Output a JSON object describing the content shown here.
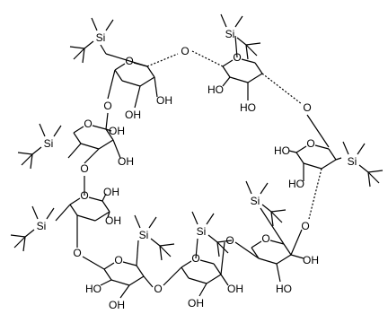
{
  "labels": {
    "si": "Si",
    "o": "O",
    "oh": "OH",
    "ho": "HO"
  }
}
